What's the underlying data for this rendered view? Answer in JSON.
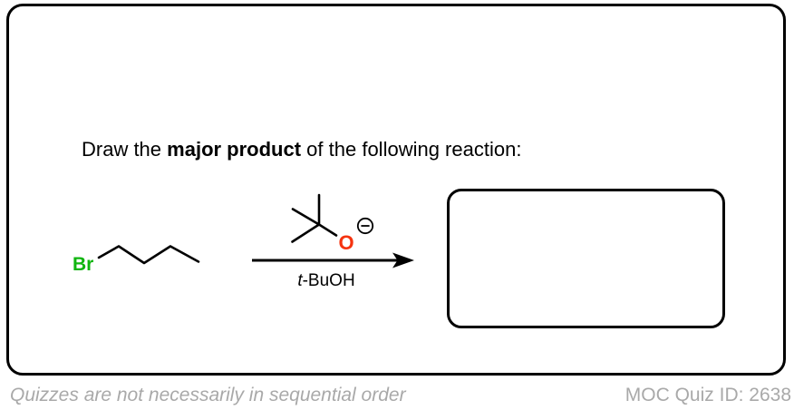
{
  "prompt": {
    "prefix": "Draw the ",
    "bold": "major product",
    "suffix": " of the following reaction:"
  },
  "reaction": {
    "reactant_halide_label": "Br",
    "reagent_oxygen_label": "O",
    "reagent_charge_symbol": "⊖",
    "solvent_italic": "t",
    "solvent_rest": "-BuOH"
  },
  "colors": {
    "bromine_green": "#10b510",
    "oxygen_red": "#f5330f",
    "bond_black": "#000000",
    "footer_gray": "#a9a9a9"
  },
  "footer": {
    "left_note": "Quizzes are not necessarily in sequential order",
    "right_id": "MOC Quiz ID: 2638"
  }
}
